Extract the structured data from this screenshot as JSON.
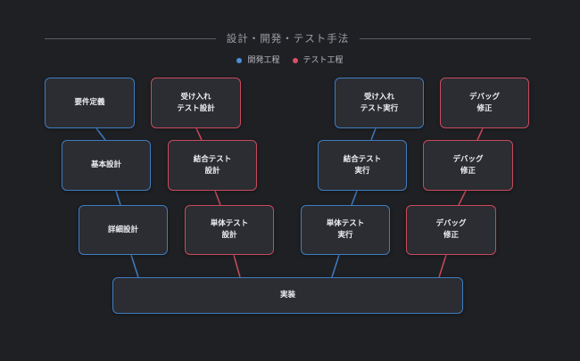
{
  "title": "設計・開発・テスト手法",
  "legend": [
    {
      "label": "開発工程",
      "color": "#4a8fd8"
    },
    {
      "label": "テスト工程",
      "color": "#d9506a"
    }
  ],
  "nodes": {
    "req": "要件定義",
    "accept_design": "受け入れ\nテスト設計",
    "accept_exec": "受け入れ\nテスト実行",
    "debug1": "デバッグ\n修正",
    "basic": "基本設計",
    "integ_design": "結合テスト\n設計",
    "integ_exec": "結合テスト\n実行",
    "debug2": "デバッグ\n修正",
    "detail": "詳細設計",
    "unit_design": "単体テスト\n設計",
    "unit_exec": "単体テスト\n実行",
    "debug3": "デバッグ\n修正",
    "impl": "実装"
  },
  "colors": {
    "dev": "#3f7cc0",
    "test": "#c94a5c",
    "background": "#1f2024"
  }
}
